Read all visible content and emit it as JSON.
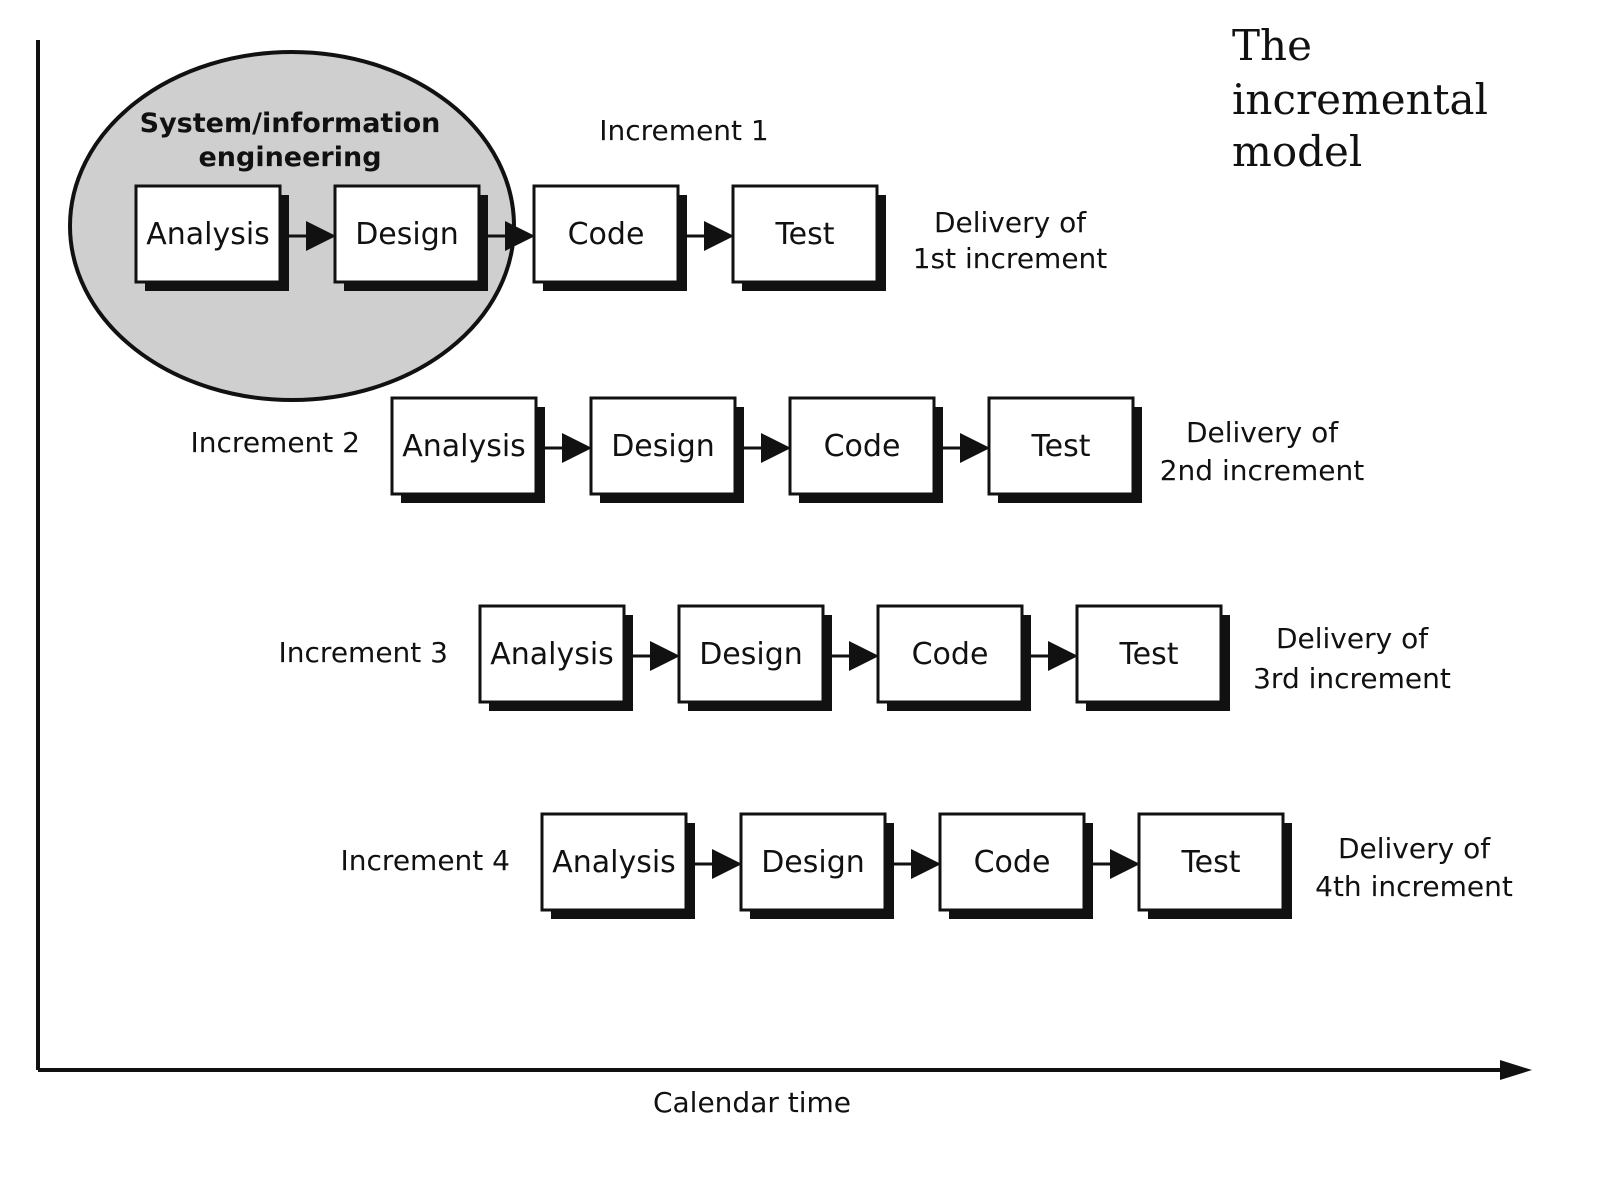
{
  "title": {
    "line1": "The",
    "line2": "incremental",
    "line3": "model"
  },
  "system_engineering": {
    "line1": "System/information",
    "line2": "engineering"
  },
  "x_axis_label": "Calendar time",
  "stages": [
    "Analysis",
    "Design",
    "Code",
    "Test"
  ],
  "increments": [
    {
      "label": "Increment 1",
      "delivery_line1": "Delivery of",
      "delivery_line2": "1st increment"
    },
    {
      "label": "Increment 2",
      "delivery_line1": "Delivery of",
      "delivery_line2": "2nd increment"
    },
    {
      "label": "Increment 3",
      "delivery_line1": "Delivery of",
      "delivery_line2": "3rd increment"
    },
    {
      "label": "Increment 4",
      "delivery_line1": "Delivery of",
      "delivery_line2": "4th increment"
    }
  ],
  "colors": {
    "ellipse_fill": "#cfcfcf",
    "stroke": "#111111",
    "shadow": "#111111",
    "box_fill": "#ffffff"
  }
}
